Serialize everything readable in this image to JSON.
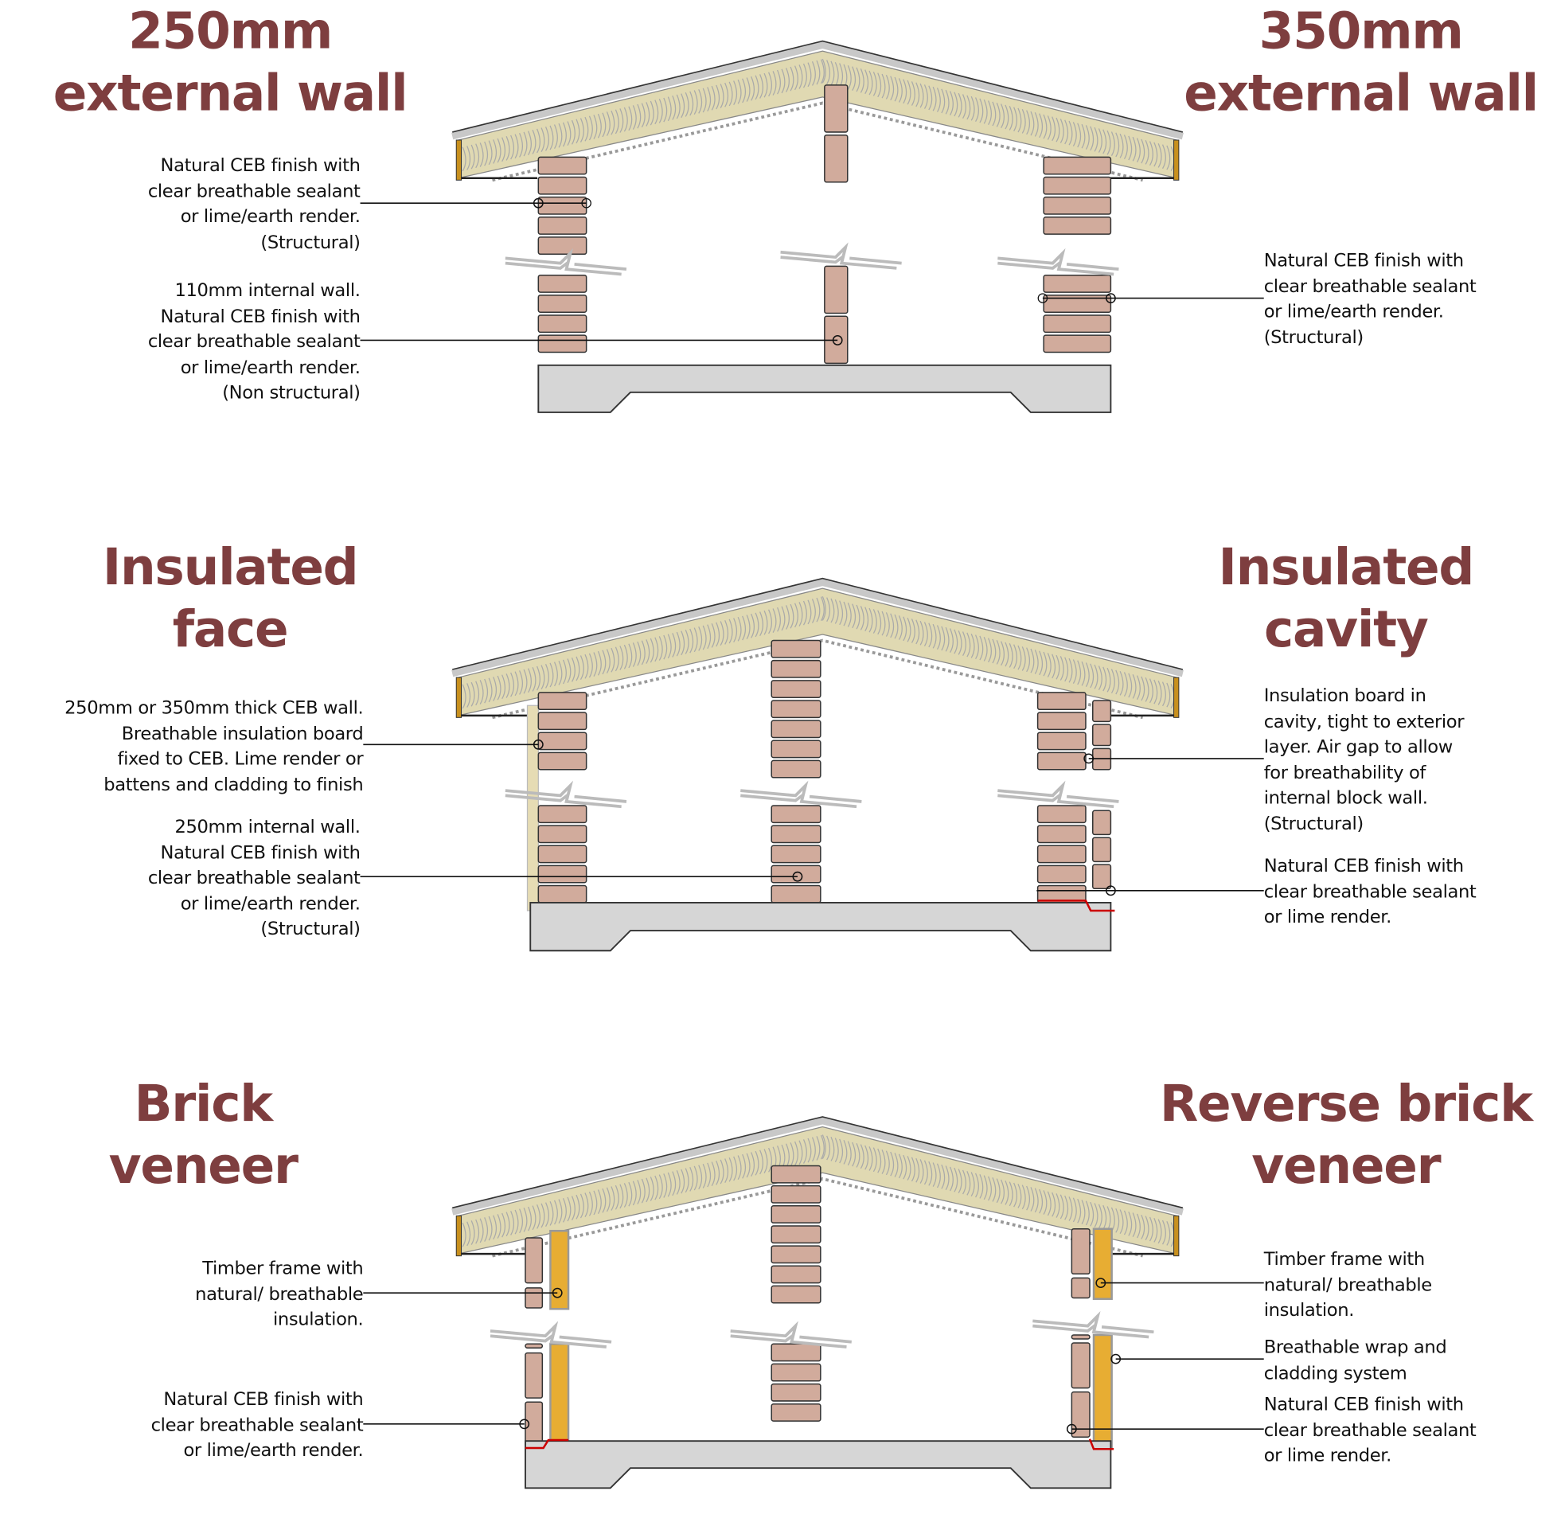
{
  "sections": [
    {
      "title": [
        "250mm",
        "external wall"
      ],
      "side": "left"
    },
    {
      "title": [
        "350mm",
        "external wall"
      ],
      "side": "right"
    },
    {
      "title": [
        "Insulated",
        "face"
      ],
      "side": "left"
    },
    {
      "title": [
        "Insulated",
        "cavity"
      ],
      "side": "right"
    },
    {
      "title": [
        "Brick",
        "veneer"
      ],
      "side": "left"
    },
    {
      "title": [
        "Reverse brick",
        "veneer"
      ],
      "side": "right"
    }
  ],
  "labels": [
    [
      "Natural CEB finish with",
      "clear breathable sealant",
      "or lime/earth render.",
      "(Structural)"
    ],
    [
      "110mm internal wall.",
      "Natural CEB finish with",
      "clear breathable sealant",
      "or lime/earth render.",
      "(Non structural)"
    ],
    [
      "Natural CEB finish with",
      "clear breathable sealant",
      "or lime/earth render.",
      "(Structural)"
    ],
    [
      "250mm or 350mm thick CEB wall.",
      "Breathable insulation board",
      "fixed to CEB. Lime render or",
      "battens and cladding to finish"
    ],
    [
      "250mm internal wall.",
      "Natural CEB finish with",
      "clear breathable sealant",
      "or lime/earth render.",
      "(Structural)"
    ],
    [
      "Insulation board in",
      "cavity, tight to exterior",
      "layer. Air gap to allow",
      "for breathability of",
      "internal block wall.",
      "(Structural)"
    ],
    [
      "Natural CEB finish with",
      "clear breathable sealant",
      "or lime render."
    ],
    [
      "Timber frame with",
      "natural/ breathable",
      "insulation."
    ],
    [
      "Natural CEB finish with",
      "clear breathable sealant",
      "or lime/earth render."
    ],
    [
      "Timber frame with",
      "natural/ breathable",
      "insulation."
    ],
    [
      "Breathable wrap and",
      "cladding system"
    ],
    [
      "Natural CEB finish with",
      "clear breathable sealant",
      "or lime render."
    ]
  ],
  "colors": {
    "title": "#7e3e3f",
    "brick": "#d1ab9c",
    "insulation": "#e0d9b2",
    "timber": "#c8901e",
    "slab": "#d6d6d6",
    "frame_insulation": "#e7ad33"
  }
}
